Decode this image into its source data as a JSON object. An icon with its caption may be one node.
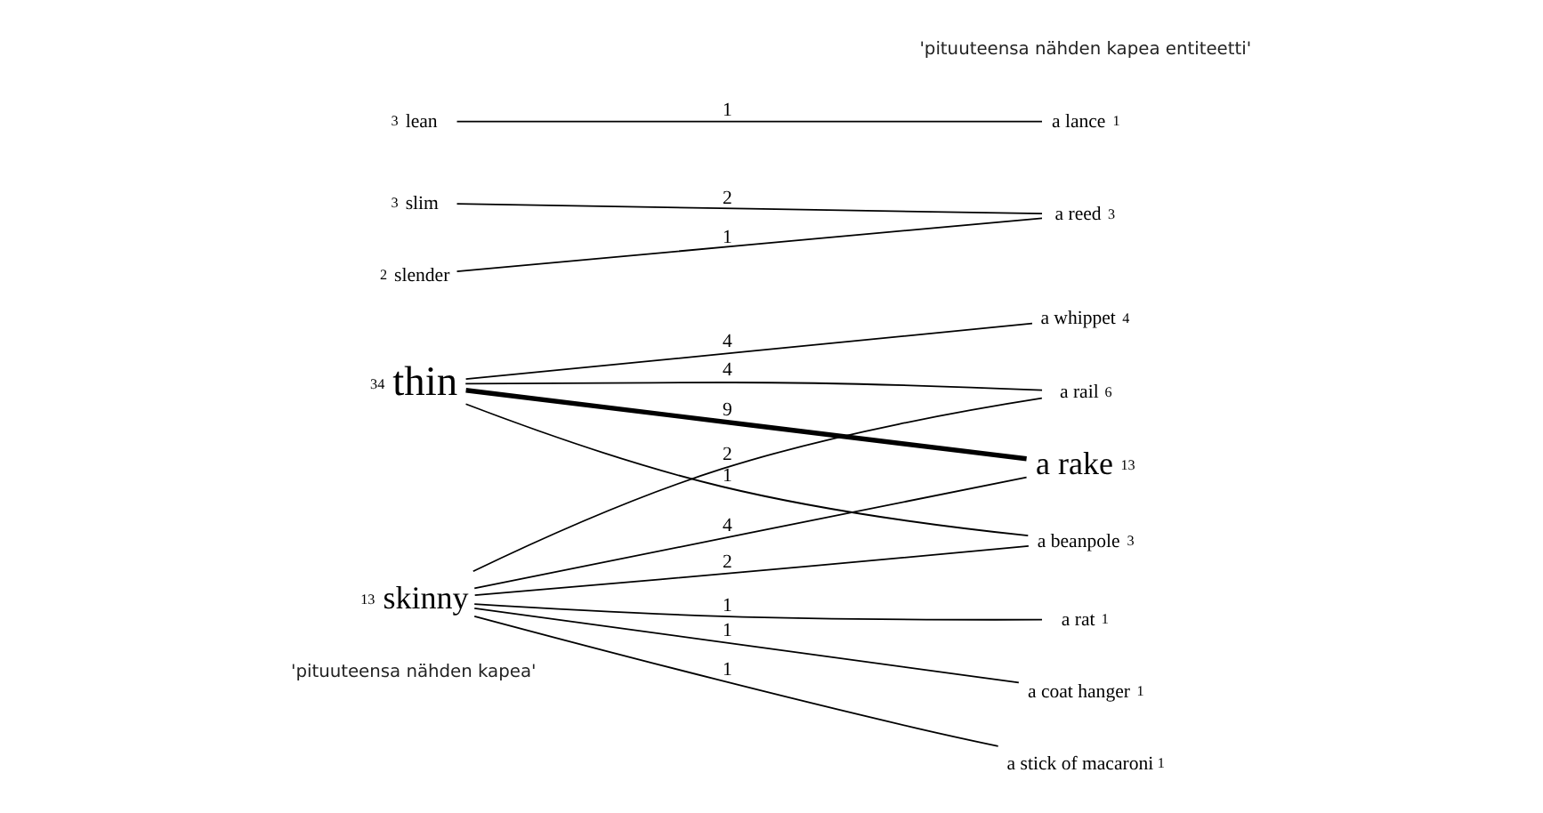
{
  "diagram": {
    "nodes": [
      {
        "text": [
          "thin"
        ],
        "beside": [
          "34"
        ]
      },
      {
        "text": [
          "skinny"
        ],
        "beside": [
          "13"
        ]
      },
      {
        "text": [
          "slim"
        ],
        "beside": [
          "3"
        ]
      },
      {
        "text": [
          "slender"
        ],
        "beside": [
          "2"
        ]
      },
      {
        "text": [
          "lean"
        ],
        "beside": [
          "3"
        ]
      },
      {
        "text": [
          "a whippet"
        ],
        "beside": [
          "4"
        ]
      },
      {
        "text": [
          "a beanpole"
        ],
        "beside": [
          "3"
        ]
      },
      {
        "text": [
          "a rake"
        ],
        "beside": [
          "13"
        ]
      },
      {
        "text": [
          "a rail"
        ],
        "beside": [
          "6"
        ]
      },
      {
        "text": [
          "a rat"
        ],
        "beside": [
          "1"
        ]
      },
      {
        "text": [
          "a coat hanger"
        ],
        "beside": [
          "1"
        ]
      },
      {
        "text": [
          "a stick of macaroni"
        ],
        "beside": [
          "1"
        ]
      },
      {
        "text": [
          "a reed"
        ],
        "beside": [
          "3"
        ]
      },
      {
        "text": [
          "a lance"
        ],
        "beside": [
          "1"
        ]
      }
    ],
    "edges": [
      {
        "from": 0,
        "to": 5,
        "arrow": "none",
        "label": "4"
      },
      {
        "from": 0,
        "to": 6,
        "arrow": "none",
        "label": "1"
      },
      {
        "from": 0,
        "to": 7,
        "arrow": "none",
        "label": "9",
        "style": "thick"
      },
      {
        "from": 0,
        "to": 8,
        "arrow": "none",
        "label": "4"
      },
      {
        "from": 1,
        "to": 6,
        "arrow": "none",
        "label": "2"
      },
      {
        "from": 1,
        "to": 7,
        "arrow": "none",
        "label": "4"
      },
      {
        "from": 1,
        "to": 8,
        "arrow": "none",
        "label": "2"
      },
      {
        "from": 1,
        "to": 9,
        "arrow": "none",
        "label": "1"
      },
      {
        "from": 1,
        "to": 10,
        "arrow": "none",
        "label": "1"
      },
      {
        "from": 1,
        "to": 11,
        "arrow": "none",
        "label": "1"
      },
      {
        "from": 2,
        "to": 12,
        "arrow": "none",
        "label": "2"
      },
      {
        "from": 3,
        "to": 12,
        "arrow": "none",
        "label": "1"
      },
      {
        "from": 4,
        "to": 13,
        "arrow": "none",
        "label": "1"
      }
    ],
    "labels": [
      "'pituuteensa nähden kapea'",
      "'pituuteensa nähden kapea entiteetti'"
    ]
  }
}
